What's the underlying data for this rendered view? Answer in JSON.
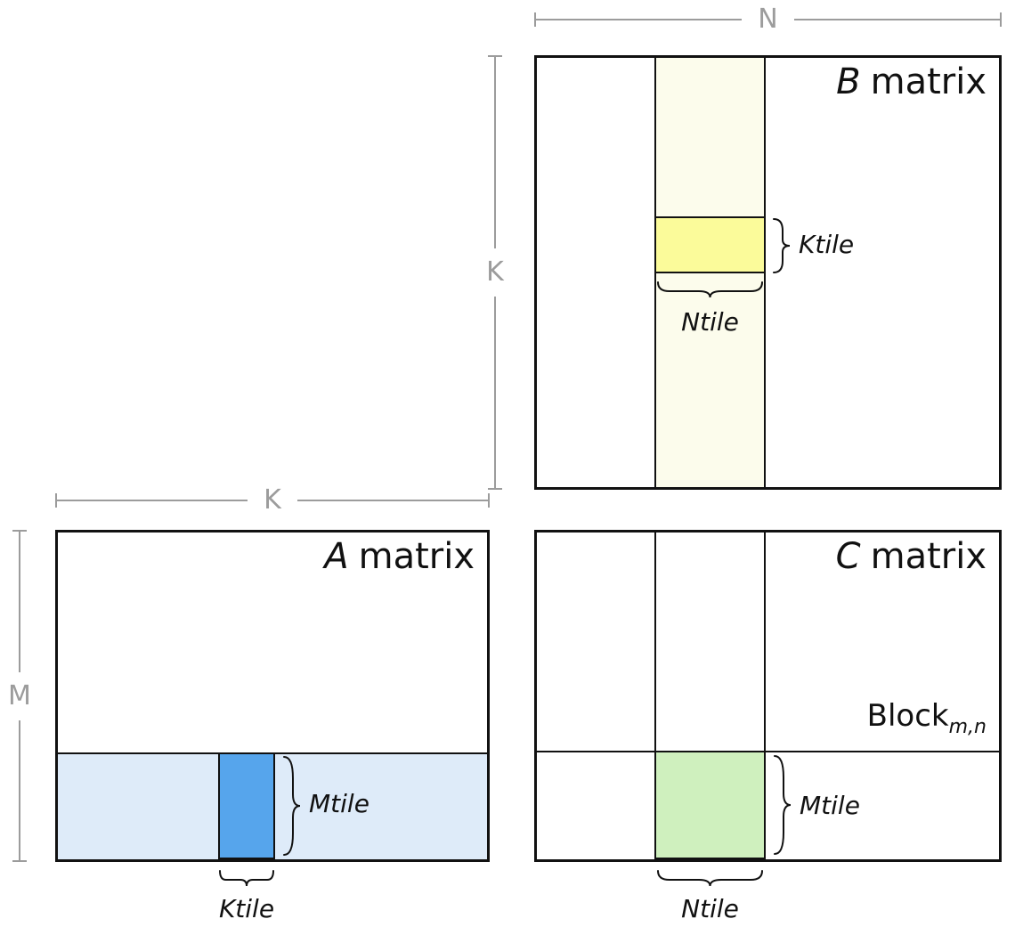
{
  "b_matrix": {
    "title_letter": "B",
    "title_word": "matrix",
    "ktile_label": "Ktile",
    "ntile_label": "Ntile"
  },
  "a_matrix": {
    "title_letter": "A",
    "title_word": "matrix",
    "mtile_label": "Mtile",
    "ktile_label": "Ktile"
  },
  "c_matrix": {
    "title_letter": "C",
    "title_word": "matrix",
    "block_word": "Block",
    "block_sub": "m,n",
    "mtile_label": "Mtile",
    "ntile_label": "Ntile"
  },
  "dimensions": {
    "n_label": "N",
    "k_label_b": "K",
    "k_label_a": "K",
    "m_label": "M"
  },
  "colors": {
    "b_band": "#FCFCEC",
    "b_tile_yellow": "#FBFB9A",
    "a_band": "#DEEBF9",
    "a_tile_blue": "#56A5EC",
    "c_block_green": "#CFF0BE",
    "dimension_gray": "#9c9c9c",
    "line_black": "#111111"
  }
}
